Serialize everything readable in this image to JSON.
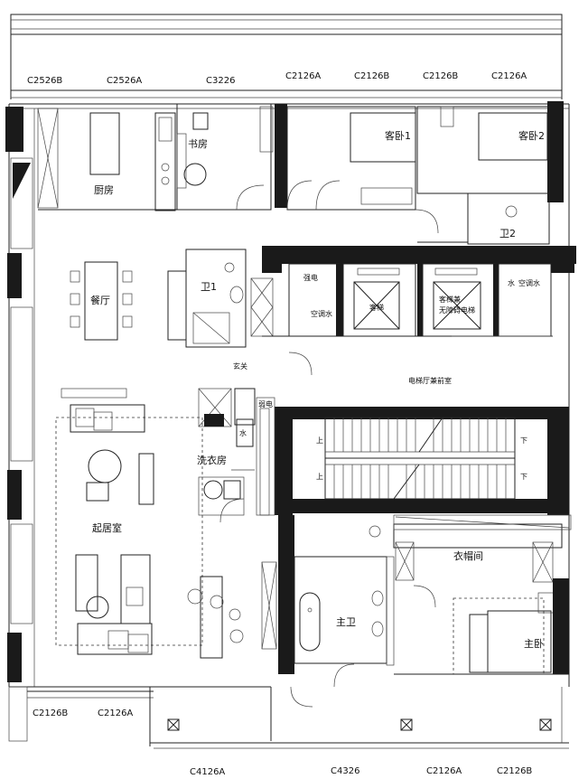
{
  "window_codes_top": [
    "C2526B",
    "C2526A",
    "C3226",
    "C2126A",
    "C2126B",
    "C2126B",
    "C2126A"
  ],
  "window_codes_bottom": [
    "C2126B",
    "C2126A",
    "C4126A",
    "C4326",
    "C2126A",
    "C2126B"
  ],
  "rooms": {
    "kitchen": "厨房",
    "study": "书房",
    "bedroom1": "客卧1",
    "bedroom2": "客卧2",
    "bath2": "卫2",
    "dining": "餐厅",
    "bath1": "卫1",
    "elec": "强电",
    "ac_water": "空调水",
    "elevator1": "客梯",
    "elevator2_line1": "客梯兼",
    "elevator2_line2": "无障碍电梯",
    "water": "水",
    "ac_well": "空调水",
    "foyer": "玄关",
    "elevator_hall": "电梯厅兼前室",
    "weak_elec": "弱电",
    "water2": "水",
    "laundry": "洗衣房",
    "living": "起居室",
    "master_bath": "主卫",
    "closet": "衣帽间",
    "master_bed": "主卧"
  },
  "stairs": {
    "up1": "上",
    "down1": "下",
    "up2": "上",
    "down2": "下"
  }
}
